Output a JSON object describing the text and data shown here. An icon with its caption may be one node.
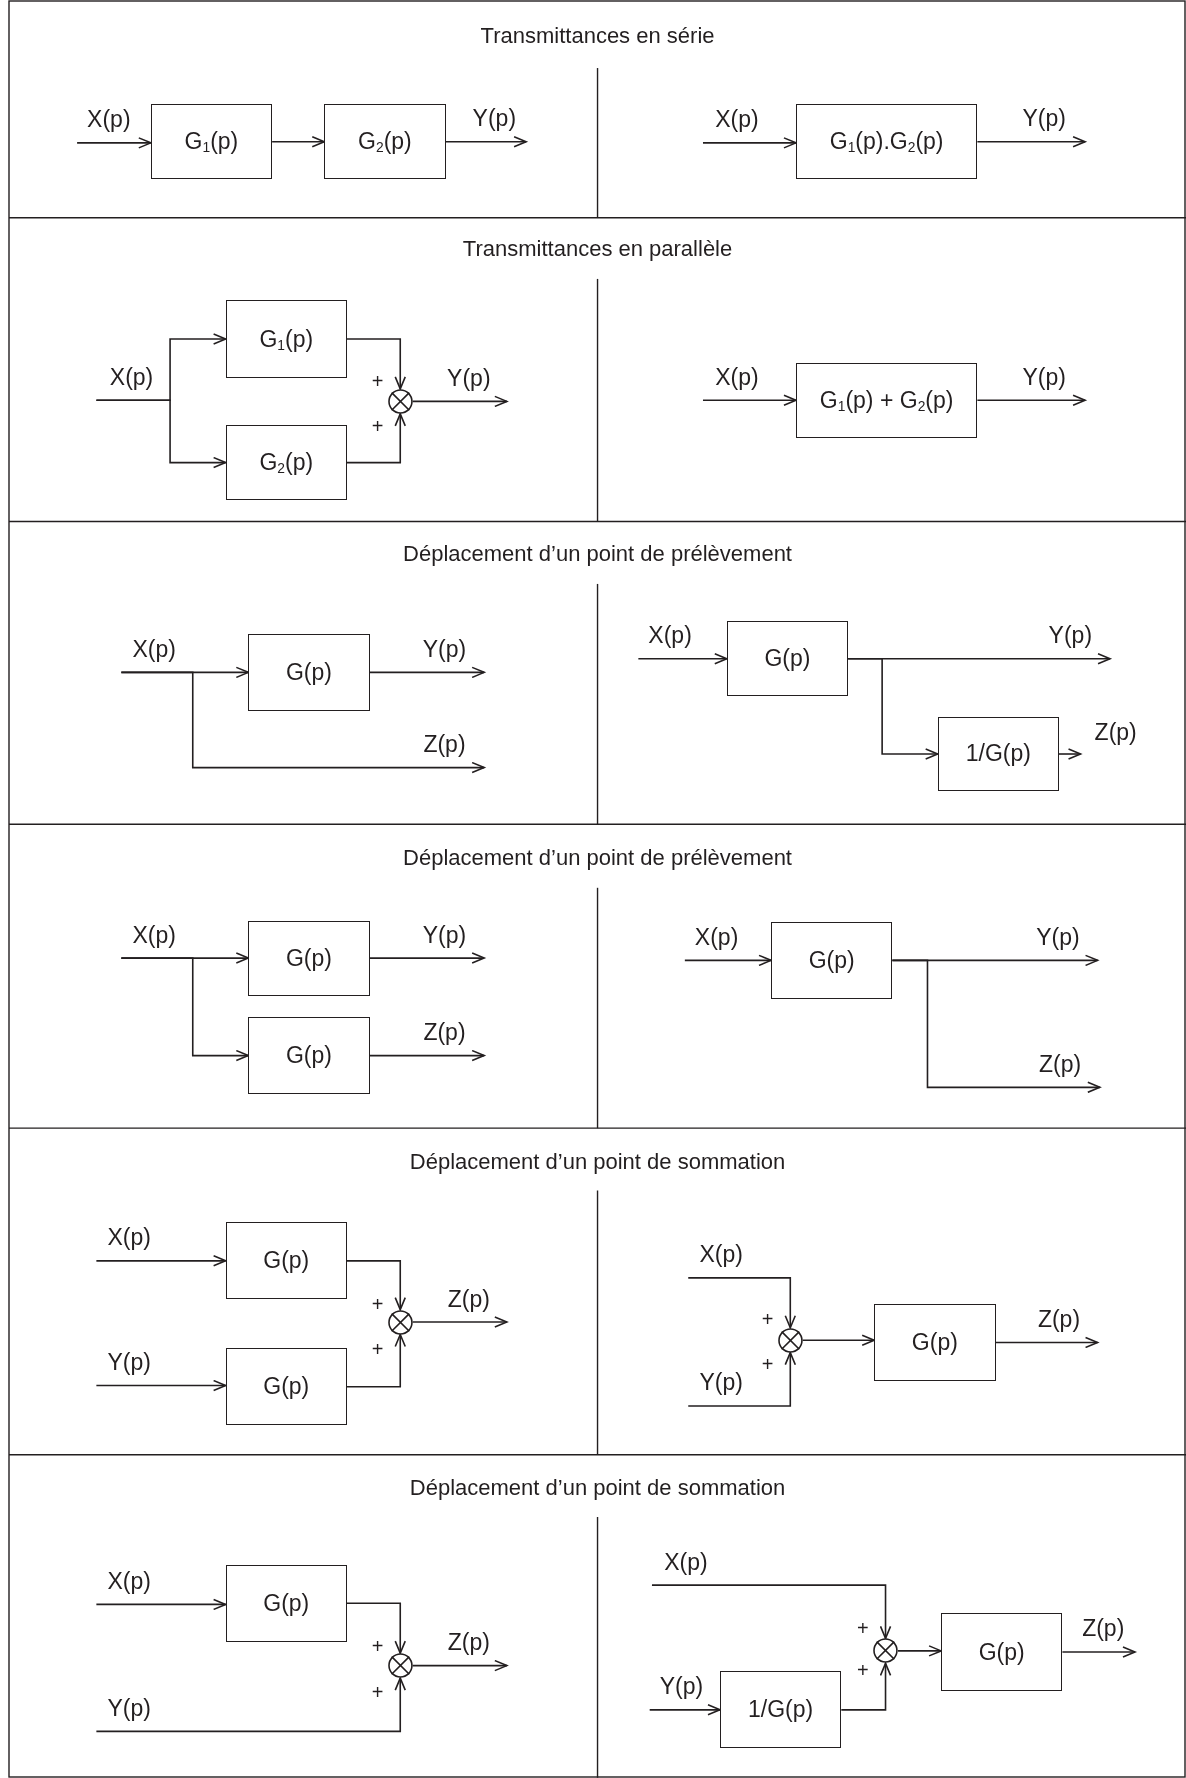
{
  "diagram": {
    "nodes": [
      {
        "text": [
          "X(p)"
        ]
      },
      {
        "text": [
          "G$_{1}$(p)"
        ]
      },
      {
        "text": [
          "G$_{2}$(p)"
        ]
      },
      {
        "text": [
          "Y(p)"
        ]
      },
      {
        "text": [
          "X(p)"
        ]
      },
      {
        "text": [
          "G$_{1}$(p).G$_{2}$(p)"
        ]
      },
      {
        "text": [
          "Y(p)"
        ]
      },
      {
        "text": [
          "X(p)"
        ]
      },
      {
        "text": [
          "G$_{1}$(p)"
        ]
      },
      {
        "text": [
          "G$_{2}$(p)"
        ]
      },
      {
        "text": [],
        "shape": "circle"
      },
      {
        "text": [
          "Y(p)"
        ]
      },
      {
        "text": [
          "X(p)"
        ]
      },
      {
        "text": [
          "G$_{1}$(p) + G$_{2}$(p)"
        ]
      },
      {
        "text": [
          "Y(p)"
        ]
      },
      {
        "text": [
          "X(p)"
        ]
      },
      {
        "text": [
          "G(p)"
        ]
      },
      {
        "text": [
          "Y(p)"
        ]
      },
      {
        "text": [
          "Z(p)"
        ]
      },
      {
        "text": [
          "X(p)"
        ]
      },
      {
        "text": [
          "G(p)"
        ]
      },
      {
        "text": [
          "Y(p)"
        ]
      },
      {
        "text": [
          "1/G(p)"
        ]
      },
      {
        "text": [
          "Z(p)"
        ]
      },
      {
        "text": [
          "X(p)"
        ]
      },
      {
        "text": [
          "G(p)"
        ]
      },
      {
        "text": [
          "Y(p)"
        ]
      },
      {
        "text": [
          "G(p)"
        ]
      },
      {
        "text": [
          "Z(p)"
        ]
      },
      {
        "text": [
          "X(p)"
        ]
      },
      {
        "text": [
          "G(p)"
        ]
      },
      {
        "text": [
          "Y(p)"
        ]
      },
      {
        "text": [
          "Z(p)"
        ]
      },
      {
        "text": [
          "X(p)"
        ]
      },
      {
        "text": [
          "G(p)"
        ]
      },
      {
        "text": [],
        "shape": "circle"
      },
      {
        "text": [
          "Z(p)"
        ]
      },
      {
        "text": [
          "Y(p)"
        ]
      },
      {
        "text": [
          "G(p)"
        ]
      },
      {
        "text": [
          "X(p)"
        ]
      },
      {
        "text": [],
        "shape": "circle"
      },
      {
        "text": [
          "G(p)"
        ]
      },
      {
        "text": [
          "Z(p)"
        ]
      },
      {
        "text": [
          "Y(p)"
        ]
      },
      {
        "text": [
          "X(p)"
        ]
      },
      {
        "text": [
          "G(p)"
        ]
      },
      {
        "text": [],
        "shape": "circle"
      },
      {
        "text": [
          "Z(p)"
        ]
      },
      {
        "text": [
          "Y(p)"
        ]
      },
      {
        "text": [
          "X(p)"
        ]
      },
      {
        "text": [],
        "shape": "circle"
      },
      {
        "text": [
          "G(p)"
        ]
      },
      {
        "text": [
          "Z(p)"
        ]
      },
      {
        "text": [
          "Y(p)"
        ]
      },
      {
        "text": [
          "1/G(p)"
        ]
      }
    ],
    "edges": [
      {
        "from": 0,
        "to": 1,
        "arrow": "to"
      },
      {
        "from": 1,
        "to": 2,
        "arrow": "to"
      },
      {
        "from": 2,
        "to": 3,
        "arrow": "to"
      },
      {
        "from": 4,
        "to": 5,
        "arrow": "to"
      },
      {
        "from": 5,
        "to": 6,
        "arrow": "to"
      },
      {
        "from": 7,
        "to": 8,
        "arrow": "to"
      },
      {
        "from": 7,
        "to": 9,
        "arrow": "to"
      },
      {
        "from": 8,
        "to": 10,
        "arrow": "to"
      },
      {
        "from": 9,
        "to": 10,
        "arrow": "to"
      },
      {
        "from": 10,
        "to": 11,
        "arrow": "to"
      },
      {
        "from": 12,
        "to": 13,
        "arrow": "to"
      },
      {
        "from": 13,
        "to": 14,
        "arrow": "to"
      },
      {
        "from": 15,
        "to": 16,
        "arrow": "to"
      },
      {
        "from": 16,
        "to": 17,
        "arrow": "to"
      },
      {
        "from": 15,
        "to": 18,
        "arrow": "to"
      },
      {
        "from": 19,
        "to": 20,
        "arrow": "to"
      },
      {
        "from": 20,
        "to": 21,
        "arrow": "to"
      },
      {
        "from": 20,
        "to": 22,
        "arrow": "to"
      },
      {
        "from": 22,
        "to": 23,
        "arrow": "to"
      },
      {
        "from": 24,
        "to": 25,
        "arrow": "to"
      },
      {
        "from": 25,
        "to": 26,
        "arrow": "to"
      },
      {
        "from": 24,
        "to": 27,
        "arrow": "to"
      },
      {
        "from": 27,
        "to": 28,
        "arrow": "to"
      },
      {
        "from": 29,
        "to": 30,
        "arrow": "to"
      },
      {
        "from": 30,
        "to": 31,
        "arrow": "to"
      },
      {
        "from": 30,
        "to": 32,
        "arrow": "to"
      },
      {
        "from": 33,
        "to": 34,
        "arrow": "to"
      },
      {
        "from": 34,
        "to": 35,
        "arrow": "to"
      },
      {
        "from": 37,
        "to": 38,
        "arrow": "to"
      },
      {
        "from": 38,
        "to": 35,
        "arrow": "to"
      },
      {
        "from": 35,
        "to": 36,
        "arrow": "to"
      },
      {
        "from": 39,
        "to": 40,
        "arrow": "to"
      },
      {
        "from": 43,
        "to": 40,
        "arrow": "to"
      },
      {
        "from": 40,
        "to": 41,
        "arrow": "to"
      },
      {
        "from": 41,
        "to": 42,
        "arrow": "to"
      },
      {
        "from": 44,
        "to": 45,
        "arrow": "to"
      },
      {
        "from": 45,
        "to": 46,
        "arrow": "to"
      },
      {
        "from": 48,
        "to": 46,
        "arrow": "to"
      },
      {
        "from": 46,
        "to": 47,
        "arrow": "to"
      },
      {
        "from": 49,
        "to": 50,
        "arrow": "to"
      },
      {
        "from": 50,
        "to": 51,
        "arrow": "to"
      },
      {
        "from": 51,
        "to": 52,
        "arrow": "to"
      },
      {
        "from": 53,
        "to": 54,
        "arrow": "to"
      },
      {
        "from": 54,
        "to": 50,
        "arrow": "to"
      }
    ],
    "labels": [
      "Transmittances en série",
      "Transmittances en parallèle",
      "+",
      "+",
      "Déplacement d’un point de prélèvement",
      "Déplacement d’un point de prélèvement",
      "Déplacement d’un point de sommation",
      "+",
      "+",
      "+",
      "+",
      "Déplacement d’un point de sommation",
      "+",
      "+",
      "+",
      "+"
    ]
  }
}
